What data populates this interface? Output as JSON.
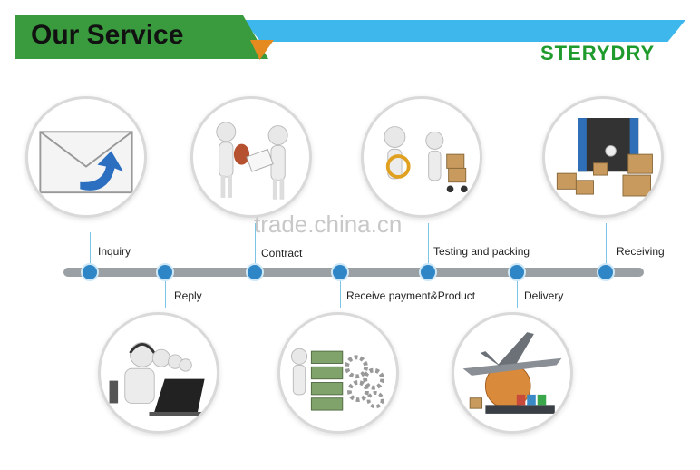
{
  "header": {
    "title": "Our Service",
    "brand": "STERYDRY"
  },
  "watermark": "trade.china.cn",
  "steps": [
    {
      "label": "Inquiry",
      "icon": "envelope-icon"
    },
    {
      "label": "Reply",
      "icon": "call-center-icon"
    },
    {
      "label": "Contract",
      "icon": "handshake-contract-icon"
    },
    {
      "label": "Receive payment&Product",
      "icon": "money-gears-icon"
    },
    {
      "label": "Testing and packing",
      "icon": "inspection-cart-icon"
    },
    {
      "label": "Delivery",
      "icon": "plane-ship-globe-icon"
    },
    {
      "label": "Receiving",
      "icon": "container-boxes-icon"
    }
  ],
  "colors": {
    "green": "#3a9a3e",
    "blue": "#3db7ec",
    "orange": "#e58a1f",
    "node": "#2f86c6",
    "brand": "#1f9a2d"
  }
}
